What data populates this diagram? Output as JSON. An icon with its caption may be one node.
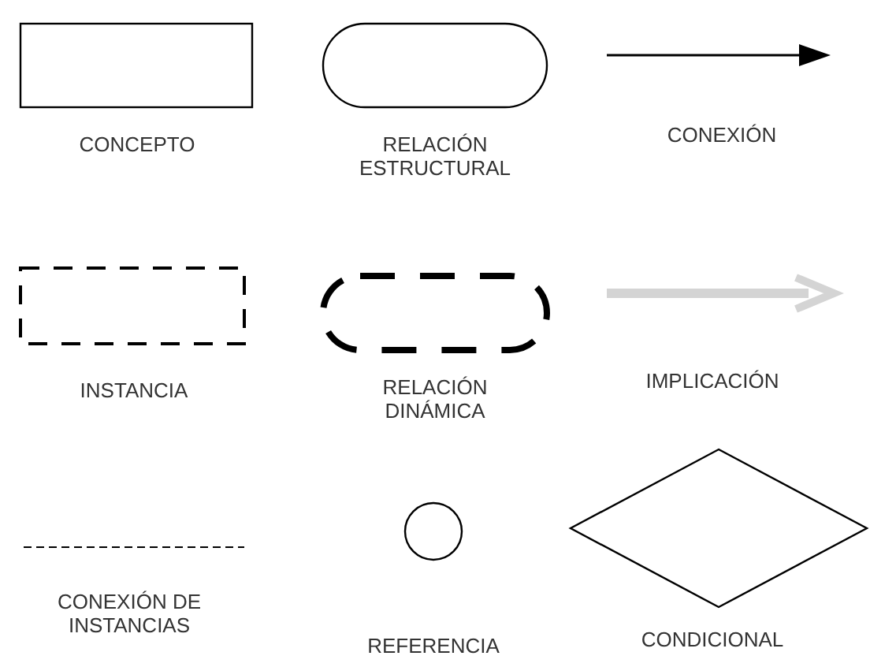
{
  "diagram": {
    "nodes": [
      {
        "text": [],
        "shape": "box",
        "beside": [
          "CONCEPTO"
        ]
      },
      {
        "text": [],
        "shape": "pill",
        "beside": [
          "RELACIÓN ESTRUCTURAL"
        ]
      },
      {
        "text": [],
        "shape": "box",
        "beside": [
          "INSTANCIA"
        ]
      },
      {
        "text": [],
        "shape": "pill",
        "beside": [
          "RELACIÓN DINÁMICA"
        ]
      },
      {
        "text": [],
        "shape": "circle",
        "beside": [
          "REFERENCIA"
        ]
      },
      {
        "text": [],
        "shape": "diamond",
        "beside": [
          "CONDICIONAL"
        ]
      }
    ],
    "labels": [
      "CONEXIÓN",
      "IMPLICACIÓN",
      "CONEXIÓN DE INSTANCIAS"
    ]
  }
}
